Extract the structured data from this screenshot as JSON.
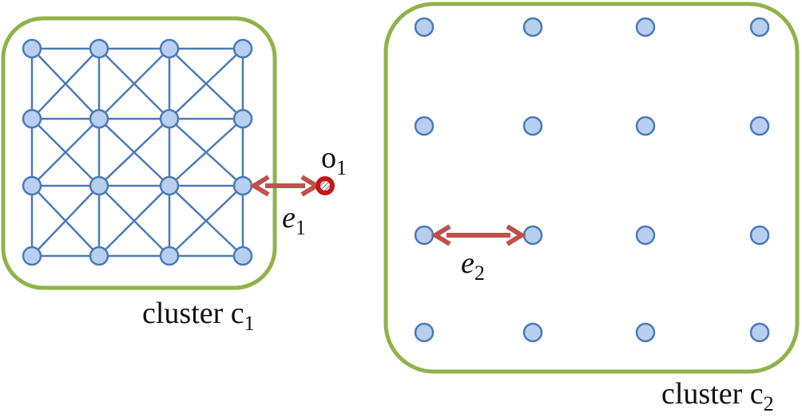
{
  "colors": {
    "node_fill": "#b8cff0",
    "node_stroke": "#4a7ab8",
    "edge": "#4a7ab8",
    "boundary": "#8fb34a",
    "arrow": "#c0504d",
    "outlier_ring": "#c01818"
  },
  "cluster1": {
    "label_main": "cluster c",
    "label_sub": "1",
    "grid": {
      "rows": 4,
      "cols": 4
    },
    "fully_connected": true
  },
  "cluster2": {
    "label_main": "cluster c",
    "label_sub": "2",
    "grid": {
      "rows": 4,
      "cols": 4
    },
    "fully_connected": false
  },
  "outlier": {
    "label_main": "o",
    "label_sub": "1"
  },
  "edge_e1": {
    "label_main": "e",
    "label_sub": "1"
  },
  "edge_e2": {
    "label_main": "e",
    "label_sub": "2"
  }
}
